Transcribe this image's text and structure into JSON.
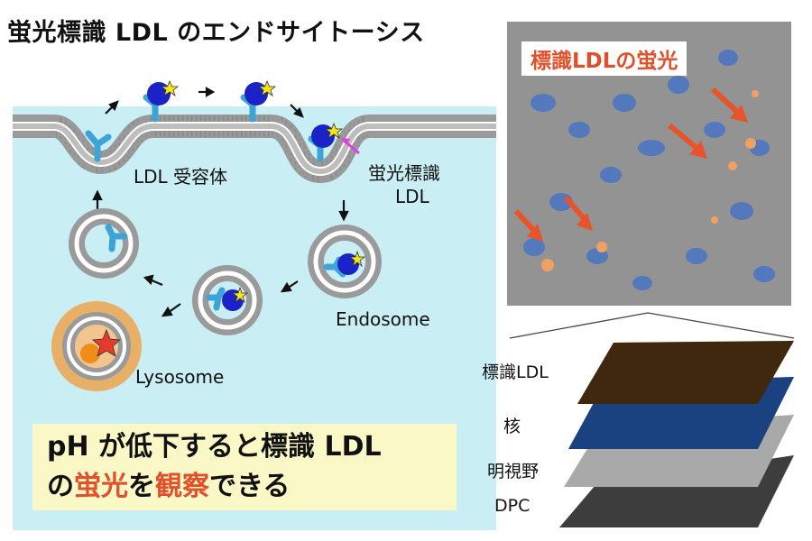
{
  "title": "蛍光標識 LDL のエンドサイトーシス",
  "diagram": {
    "labels": {
      "receptor": "LDL 受容体",
      "fluor_ldl_line1": "蛍光標識",
      "fluor_ldl_line2": "LDL",
      "endosome": "Endosome",
      "lysosome": "Lysosome"
    },
    "callout": {
      "line1": "pH が低下すると標識 LDL",
      "line2_a": "の",
      "line2_b": "蛍光",
      "line2_c": "を",
      "line2_d": "観察",
      "line2_e": "できる"
    },
    "colors": {
      "cytoplasm": "#c9eef4",
      "receptor": "#3ea4d8",
      "ldl": "#1a22c8",
      "star": "#f5e617",
      "highlight": "#e0502a",
      "lysosome": "#e8b067"
    }
  },
  "micrograph": {
    "label": "標識LDLの蛍光"
  },
  "layers": [
    {
      "label": "標識LDL"
    },
    {
      "label": "核"
    },
    {
      "label": "明視野"
    },
    {
      "label": "DPC"
    }
  ]
}
